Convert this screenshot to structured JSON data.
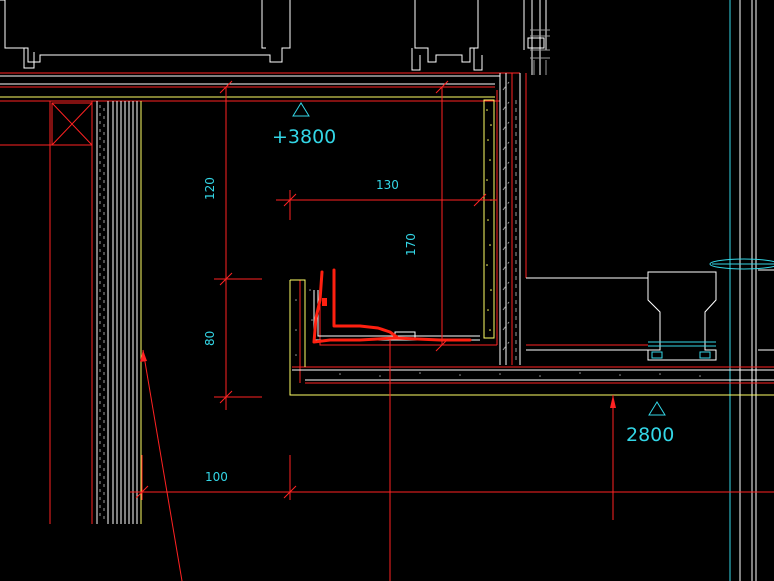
{
  "colors": {
    "background": "#000000",
    "red": "#ff2222",
    "white": "#ffffff",
    "yellow": "#ffff66",
    "cyan": "#33d6e6",
    "gray": "#9a9a9a",
    "markup_red": "#ff2010"
  },
  "levels": {
    "upper": "+3800",
    "lower": "2800"
  },
  "dimensions": {
    "d120": "120",
    "d80": "80",
    "d130": "130",
    "d170": "170",
    "d100": "100"
  }
}
